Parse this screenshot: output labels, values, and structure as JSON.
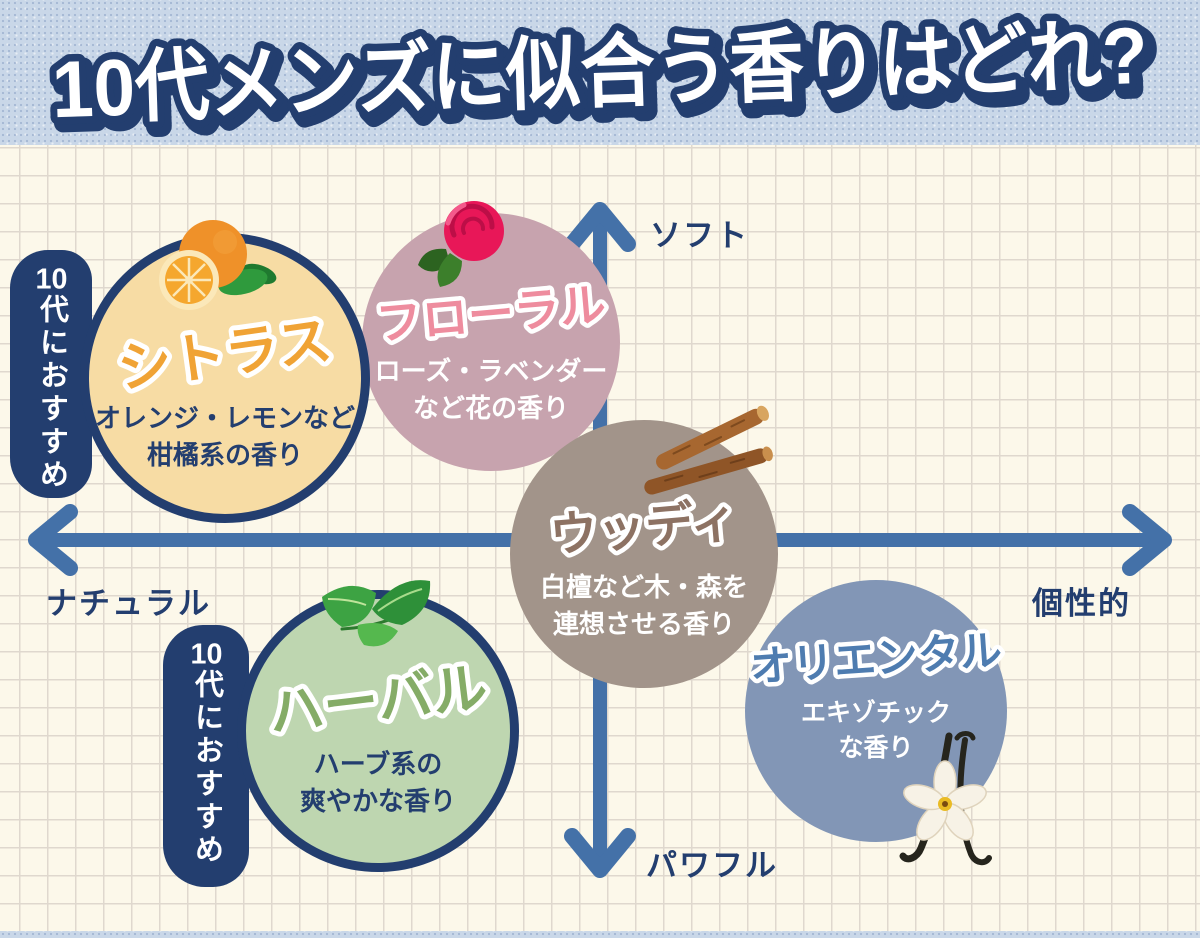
{
  "header": {
    "title": "10代メンズに似合う香りはどれ?"
  },
  "axes": {
    "top": "ソフト",
    "bottom": "パワフル",
    "left": "ナチュラル",
    "right": "個性的"
  },
  "badge": {
    "label": "10代におすすめ",
    "num": "10",
    "rest": "代におすすめ"
  },
  "bubbles": {
    "citrus": {
      "title": "シトラス",
      "desc1": "オレンジ・レモンなど",
      "desc2": "柑橘系の香り",
      "fill": "#F7DCA4",
      "title_color": "#F0A335",
      "border": "#233E6F",
      "recommended": true,
      "icon": "orange-icon"
    },
    "floral": {
      "title": "フローラル",
      "desc1": "ローズ・ラベンダー",
      "desc2": "など花の香り",
      "fill": "#C7A3AE",
      "title_color": "#EE8C9E",
      "border": null,
      "recommended": false,
      "icon": "rose-icon"
    },
    "woody": {
      "title": "ウッディ",
      "desc1": "白檀など木・森を",
      "desc2": "連想させる香り",
      "fill": "#A2948A",
      "title_color": "#8D7263",
      "border": null,
      "recommended": false,
      "icon": "wood-sticks-icon"
    },
    "herbal": {
      "title": "ハーバル",
      "desc1": "ハーブ系の",
      "desc2": "爽やかな香り",
      "fill": "#BED6B0",
      "title_color": "#85AC67",
      "border": "#233E6F",
      "recommended": true,
      "icon": "leaves-icon"
    },
    "oriental": {
      "title": "オリエンタル",
      "desc1": "エキゾチック",
      "desc2": "な香り",
      "fill": "#8296B6",
      "title_color": "#4E7CB0",
      "border": null,
      "recommended": false,
      "icon": "vanilla-icon"
    }
  },
  "colors": {
    "navy": "#233E6F",
    "arrow_blue": "#4471A8",
    "header_bg": "#C9D7E8",
    "paper": "#FCF8EA",
    "grid": "#DFD8CE"
  },
  "chart_data": {
    "type": "scatter",
    "title": "10代メンズに似合う香りはどれ?",
    "x_axis": {
      "left_label": "ナチュラル",
      "right_label": "個性的",
      "range": [
        -1,
        1
      ]
    },
    "y_axis": {
      "top_label": "ソフト",
      "bottom_label": "パワフル",
      "range": [
        -1,
        1
      ]
    },
    "grid": true,
    "points": [
      {
        "label": "シトラス",
        "desc": "オレンジ・レモンなど柑橘系の香り",
        "x": -0.63,
        "y": 0.49,
        "recommended": true
      },
      {
        "label": "フローラル",
        "desc": "ローズ・ラベンダーなど花の香り",
        "x": -0.18,
        "y": 0.59,
        "recommended": false
      },
      {
        "label": "ウッディ",
        "desc": "白檀など木・森を連想させる香り",
        "x": 0.08,
        "y": -0.02,
        "recommended": false
      },
      {
        "label": "ハーバル",
        "desc": "ハーブ系の爽やかな香り",
        "x": -0.37,
        "y": -0.57,
        "recommended": true
      },
      {
        "label": "オリエンタル",
        "desc": "エキゾチックな香り",
        "x": 0.46,
        "y": -0.51,
        "recommended": false
      }
    ]
  }
}
